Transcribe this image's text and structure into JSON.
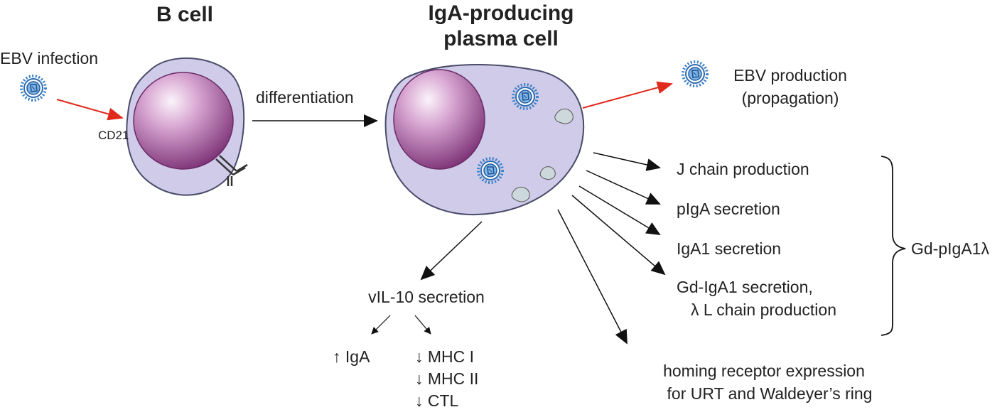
{
  "titles": {
    "b_cell": "B cell",
    "plasma_cell_line1": "IgA-producing",
    "plasma_cell_line2": "plasma cell"
  },
  "labels": {
    "ebv_infection": "EBV infection",
    "cd21": "CD21",
    "differentiation": "differentiation",
    "ebv_production_line1": "EBV production",
    "ebv_production_line2": "(propagation)",
    "j_chain": "J chain production",
    "piga": "pIgA secretion",
    "iga1": "IgA1 secretion",
    "gd_iga1_line1": "Gd-IgA1 secretion,",
    "gd_iga1_line2": "λ L chain production",
    "gd_piga1": "Gd-pIgA1λ",
    "vil10": "vIL-10 secretion",
    "up_iga": "↑  IgA",
    "down_mhc1": "↓  MHC I",
    "down_mhc2": "↓  MHC II",
    "down_ctl": "↓  CTL",
    "homing_line1": "homing receptor expression",
    "homing_line2": "for URT and Waldeyer’s ring"
  },
  "colors": {
    "cell_fill": "#cfcbe8",
    "cell_stroke": "#4a4a6a",
    "nucleus_light": "#f6e9f4",
    "nucleus_dark": "#7a2f74",
    "red_arrow": "#e02a1c",
    "black_arrow": "#111111",
    "virus_blue": "#3a7fc8",
    "vesicle": "#cdd8dd"
  },
  "icons": [
    "ebv-virus-icon",
    "antibody-icon",
    "vesicle-icon"
  ]
}
